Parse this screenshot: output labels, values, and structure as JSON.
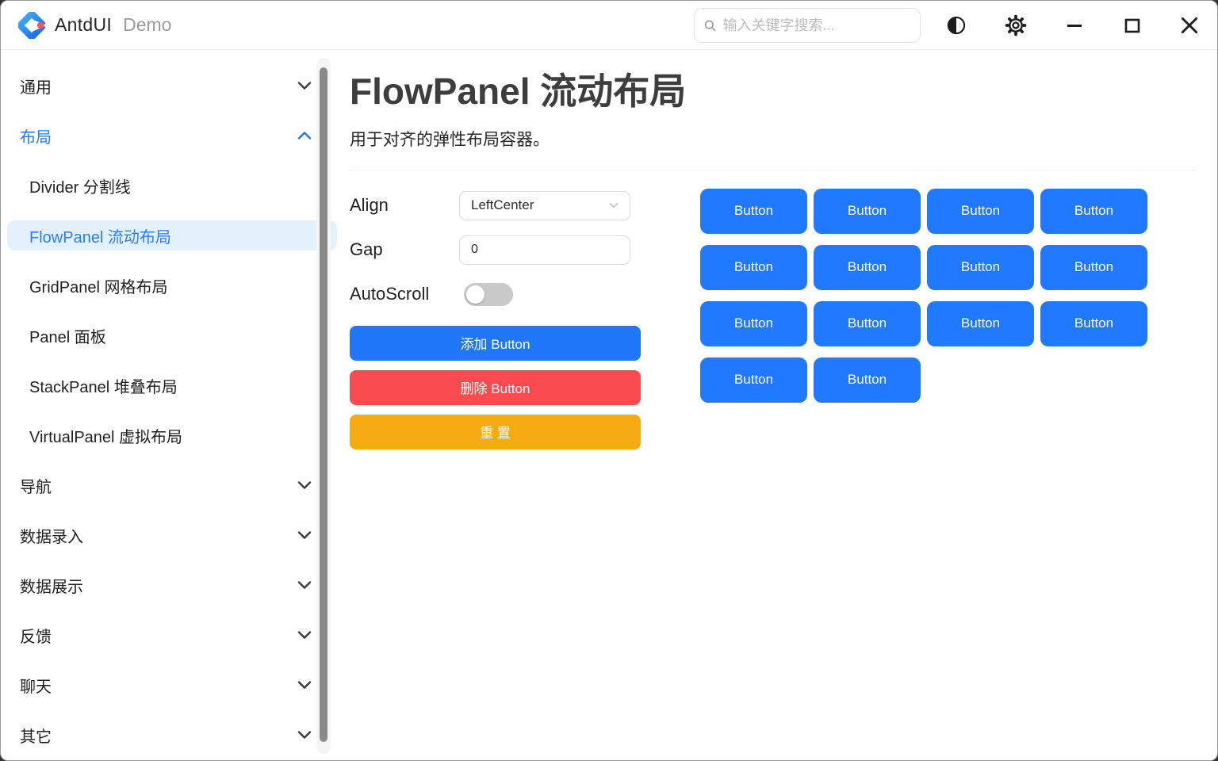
{
  "titlebar": {
    "app_title": "AntdUI",
    "app_subtitle": "Demo",
    "search_placeholder": "输入关键字搜索..."
  },
  "sidebar": {
    "items": [
      {
        "key": "general",
        "label": "通用",
        "type": "group",
        "chevron": "down"
      },
      {
        "key": "layout",
        "label": "布局",
        "type": "group",
        "chevron": "up",
        "active": true
      },
      {
        "key": "divider",
        "label": "Divider 分割线",
        "type": "child"
      },
      {
        "key": "flowpanel",
        "label": "FlowPanel 流动布局",
        "type": "child",
        "selected": true
      },
      {
        "key": "gridpanel",
        "label": "GridPanel 网格布局",
        "type": "child"
      },
      {
        "key": "panel",
        "label": "Panel 面板",
        "type": "child"
      },
      {
        "key": "stackpanel",
        "label": "StackPanel 堆叠布局",
        "type": "child"
      },
      {
        "key": "virtualpanel",
        "label": "VirtualPanel 虚拟布局",
        "type": "child"
      },
      {
        "key": "navigation",
        "label": "导航",
        "type": "group",
        "chevron": "down"
      },
      {
        "key": "data-entry",
        "label": "数据录入",
        "type": "group",
        "chevron": "down"
      },
      {
        "key": "data-display",
        "label": "数据展示",
        "type": "group",
        "chevron": "down"
      },
      {
        "key": "feedback",
        "label": "反馈",
        "type": "group",
        "chevron": "down"
      },
      {
        "key": "chat",
        "label": "聊天",
        "type": "group",
        "chevron": "down"
      },
      {
        "key": "other",
        "label": "其它",
        "type": "group",
        "chevron": "down"
      }
    ]
  },
  "main": {
    "title": "FlowPanel 流动布局",
    "description": "用于对齐的弹性布局容器。",
    "controls": {
      "align_label": "Align",
      "align_value": "LeftCenter",
      "gap_label": "Gap",
      "gap_value": "0",
      "autoscroll_label": "AutoScroll",
      "autoscroll_on": false
    },
    "actions": {
      "add_label": "添加 Button",
      "remove_label": "删除 Button",
      "reset_label": "重 置"
    },
    "demo": {
      "button_label": "Button",
      "button_count": 14
    }
  },
  "colors": {
    "primary": "#2078f8",
    "danger": "#fa4b50",
    "warning": "#f6ab13",
    "selected_bg": "#e3f1fc",
    "selected_text": "#2b7cf7"
  }
}
